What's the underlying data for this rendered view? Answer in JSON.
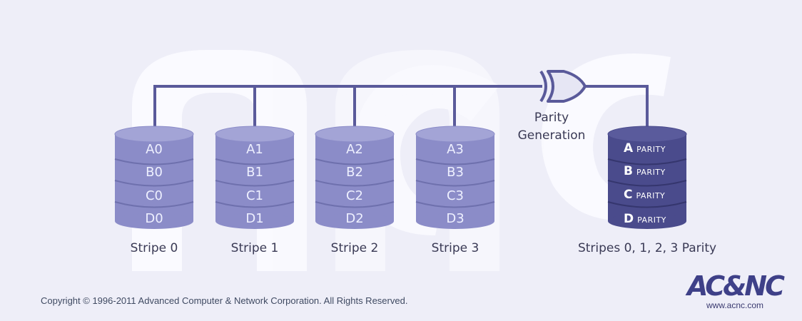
{
  "colors": {
    "background": "#eeeef8",
    "bus": "#5a5a9a",
    "disk_data_fill": "#8b8cc8",
    "disk_data_band": "#7677b4",
    "disk_parity_fill": "#4a4b8c",
    "disk_parity_band": "#3c3d78",
    "watermark": "#fbfbff"
  },
  "disks": [
    {
      "blocks": [
        "A0",
        "B0",
        "C0",
        "D0"
      ],
      "caption": "Stripe 0"
    },
    {
      "blocks": [
        "A1",
        "B1",
        "C1",
        "D1"
      ],
      "caption": "Stripe 1"
    },
    {
      "blocks": [
        "A2",
        "B2",
        "C2",
        "D2"
      ],
      "caption": "Stripe 2"
    },
    {
      "blocks": [
        "A3",
        "B3",
        "C3",
        "D3"
      ],
      "caption": "Stripe 3"
    }
  ],
  "parity_disk": {
    "blocks": [
      {
        "letter": "A",
        "word": "PARITY"
      },
      {
        "letter": "B",
        "word": "PARITY"
      },
      {
        "letter": "C",
        "word": "PARITY"
      },
      {
        "letter": "D",
        "word": "PARITY"
      }
    ],
    "caption": "Stripes 0, 1, 2, 3 Parity"
  },
  "gate": {
    "icon": "xor-gate-icon",
    "label_line1": "Parity",
    "label_line2": "Generation"
  },
  "copyright": "Copyright © 1996-2011 Advanced Computer & Network Corporation. All Rights Reserved.",
  "logo": {
    "text": "AC&NC",
    "url": "www.acnc.com"
  }
}
